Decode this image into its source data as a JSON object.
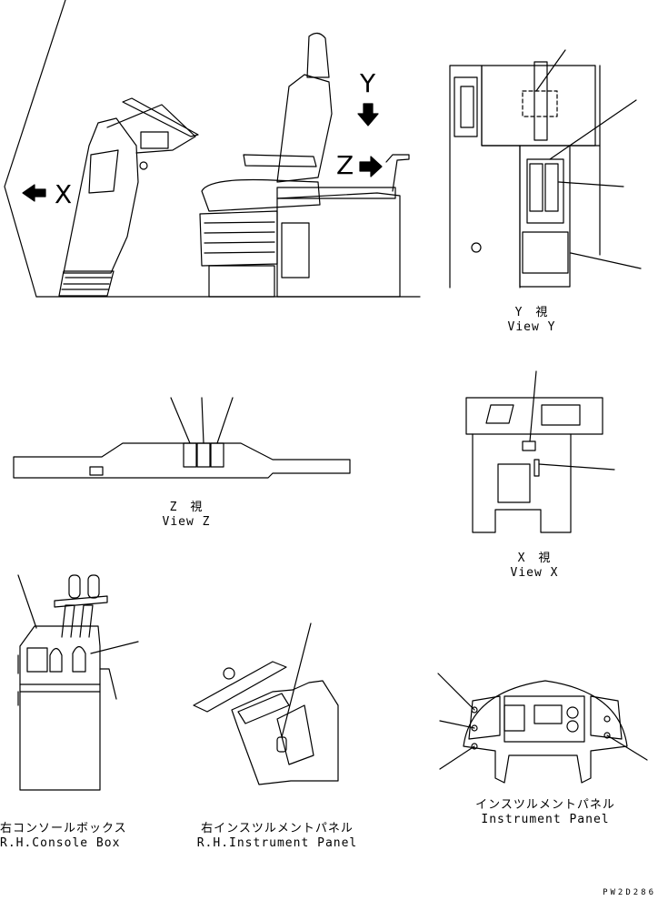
{
  "arrow_labels": {
    "x": "X",
    "y": "Y",
    "z": "Z"
  },
  "views": {
    "y": {
      "jp": "Y　視",
      "en": "View Y"
    },
    "z": {
      "jp": "Z　視",
      "en": "View Z"
    },
    "x": {
      "jp": "X　視",
      "en": "View X"
    }
  },
  "parts": {
    "rh_console": {
      "jp": "右コンソールボックス",
      "en": "R.H.Console Box"
    },
    "rh_panel": {
      "jp": "右インスツルメントパネル",
      "en": "R.H.Instrument Panel"
    },
    "panel": {
      "jp": "インスツルメントパネル",
      "en": "Instrument Panel"
    }
  },
  "drawing_code": "PW2D286"
}
